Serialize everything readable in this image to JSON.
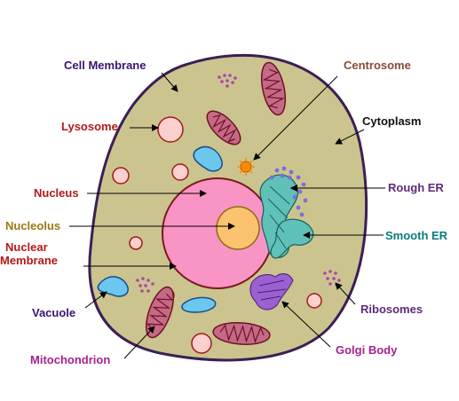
{
  "labels": {
    "cell_membrane": "Cell Membrane",
    "centrosome": "Centrosome",
    "lysosome": "Lysosome",
    "cytoplasm": "Cytoplasm",
    "nucleus": "Nucleus",
    "rough_er": "Rough ER",
    "nucleolus": "Nucleolus",
    "smooth_er": "Smooth ER",
    "nuclear_1": "Nuclear",
    "nuclear_2": "Membrane",
    "vacuole": "Vacuole",
    "ribosomes": "Ribosomes",
    "golgi": "Golgi Body",
    "mitochondrion": "Mitochondrion"
  },
  "colors": {
    "cytoplasm": "#cbc48f",
    "membrane": "#3b1f55",
    "nucleus": "#f895c5",
    "nucleolus": "#fbc36f",
    "lysosome": "#fcd0cc",
    "vacuole": "#6cc7ef",
    "mitochondrion": "#c56a86",
    "rough_er": "#5fc1b8",
    "golgi": "#9b61d1",
    "ribosome": "#b044a6",
    "centrosome": "#ff8a00",
    "label_purple": "#3a1470",
    "label_red": "#b31919",
    "label_brown": "#8a4a3a",
    "label_olive": "#9a7a10",
    "label_teal": "#0b7b7b",
    "label_magenta": "#a5218f",
    "label_violet": "#5e2b7a",
    "label_dark": "#111111"
  }
}
